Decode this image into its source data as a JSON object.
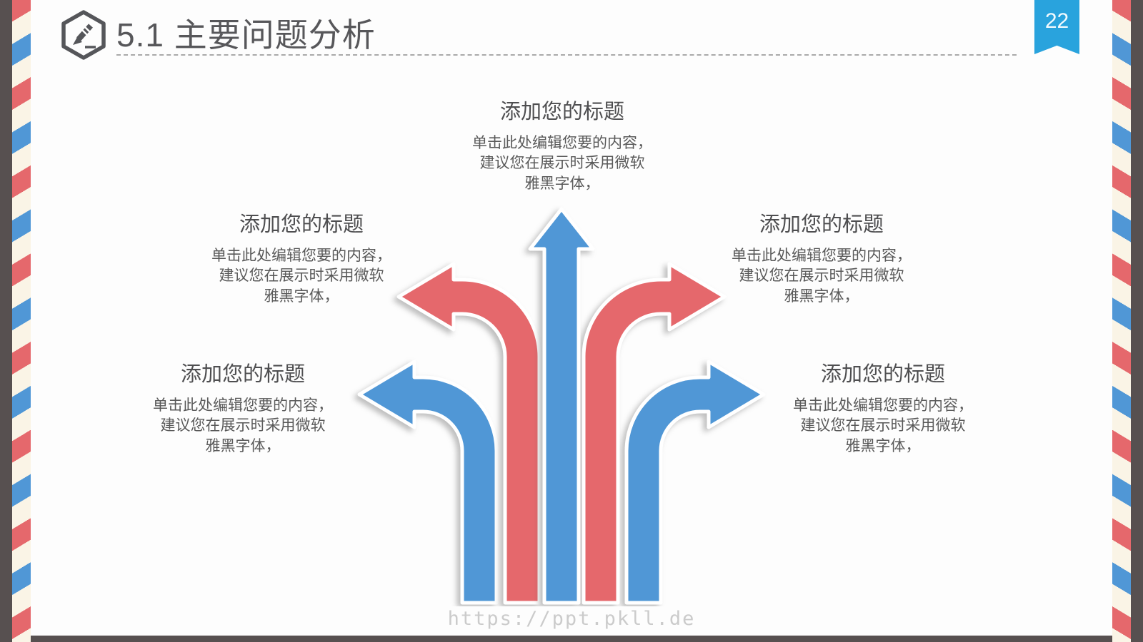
{
  "page_number": "22",
  "header": {
    "title": "5.1 主要问题分析",
    "icon": "pencil-hexagon"
  },
  "watermark": "https://ppt.pkll.de",
  "colors": {
    "red": "#e5686c",
    "blue": "#5097d6",
    "ribbon": "#29a3dd",
    "frame": "#575050",
    "cream": "#faf4e6",
    "text": "#595959"
  },
  "blocks": [
    {
      "position": "top-center",
      "title": "添加您的标题",
      "lines": [
        "单击此处编辑您要的内容，",
        "建议您在展示时采用微软",
        "雅黑字体，"
      ]
    },
    {
      "position": "middle-left",
      "title": "添加您的标题",
      "lines": [
        "单击此处编辑您要的内容，",
        "建议您在展示时采用微软",
        "雅黑字体，"
      ]
    },
    {
      "position": "middle-right",
      "title": "添加您的标题",
      "lines": [
        "单击此处编辑您要的内容，",
        "建议您在展示时采用微软",
        "雅黑字体，"
      ]
    },
    {
      "position": "lower-left",
      "title": "添加您的标题",
      "lines": [
        "单击此处编辑您要的内容，",
        "建议您在展示时采用微软",
        "雅黑字体，"
      ]
    },
    {
      "position": "lower-right",
      "title": "添加您的标题",
      "lines": [
        "单击此处编辑您要的内容，",
        "建议您在展示时采用微软",
        "雅黑字体，"
      ]
    }
  ],
  "diagram": {
    "type": "five-way-branching-arrows",
    "arrows": [
      {
        "name": "center-up",
        "color_key": "blue"
      },
      {
        "name": "upper-left",
        "color_key": "red"
      },
      {
        "name": "upper-right",
        "color_key": "red"
      },
      {
        "name": "lower-left",
        "color_key": "blue"
      },
      {
        "name": "lower-right",
        "color_key": "blue"
      }
    ]
  }
}
